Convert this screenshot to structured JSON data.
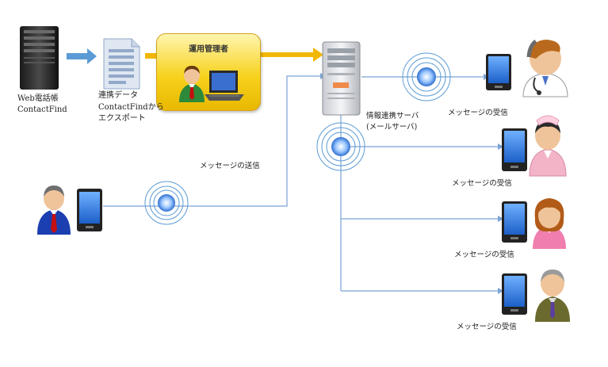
{
  "labels": {
    "web_phonebook": "Web電話帳",
    "contactfind": "ContactFind",
    "linked_data": "連携データ",
    "export_line1": "ContactFindから",
    "export_line2": "エクスポート",
    "admin": "運用管理者",
    "server_line1": "情報連携サーバ",
    "server_line2": "(メールサーバ)",
    "send_message": "メッセージの送信",
    "receive_1": "メッセージの受信",
    "receive_2": "メッセージの受信",
    "receive_3": "メッセージの受信",
    "receive_4": "メッセージの受信"
  },
  "colors": {
    "flow_line": "#7aa2d4",
    "export_arrow": "#5b9bd5",
    "admin_arrow": "#f2b705",
    "admin_box": "#f7d21e",
    "signal": "#4f8fe0"
  },
  "icons": [
    "server-tower-icon",
    "document-icon",
    "admin-person-icon",
    "laptop-icon",
    "smartphone-icon",
    "wireless-signal-icon",
    "doctor-icon",
    "nurse-icon",
    "woman-icon",
    "elderly-man-icon",
    "sender-person-icon"
  ]
}
